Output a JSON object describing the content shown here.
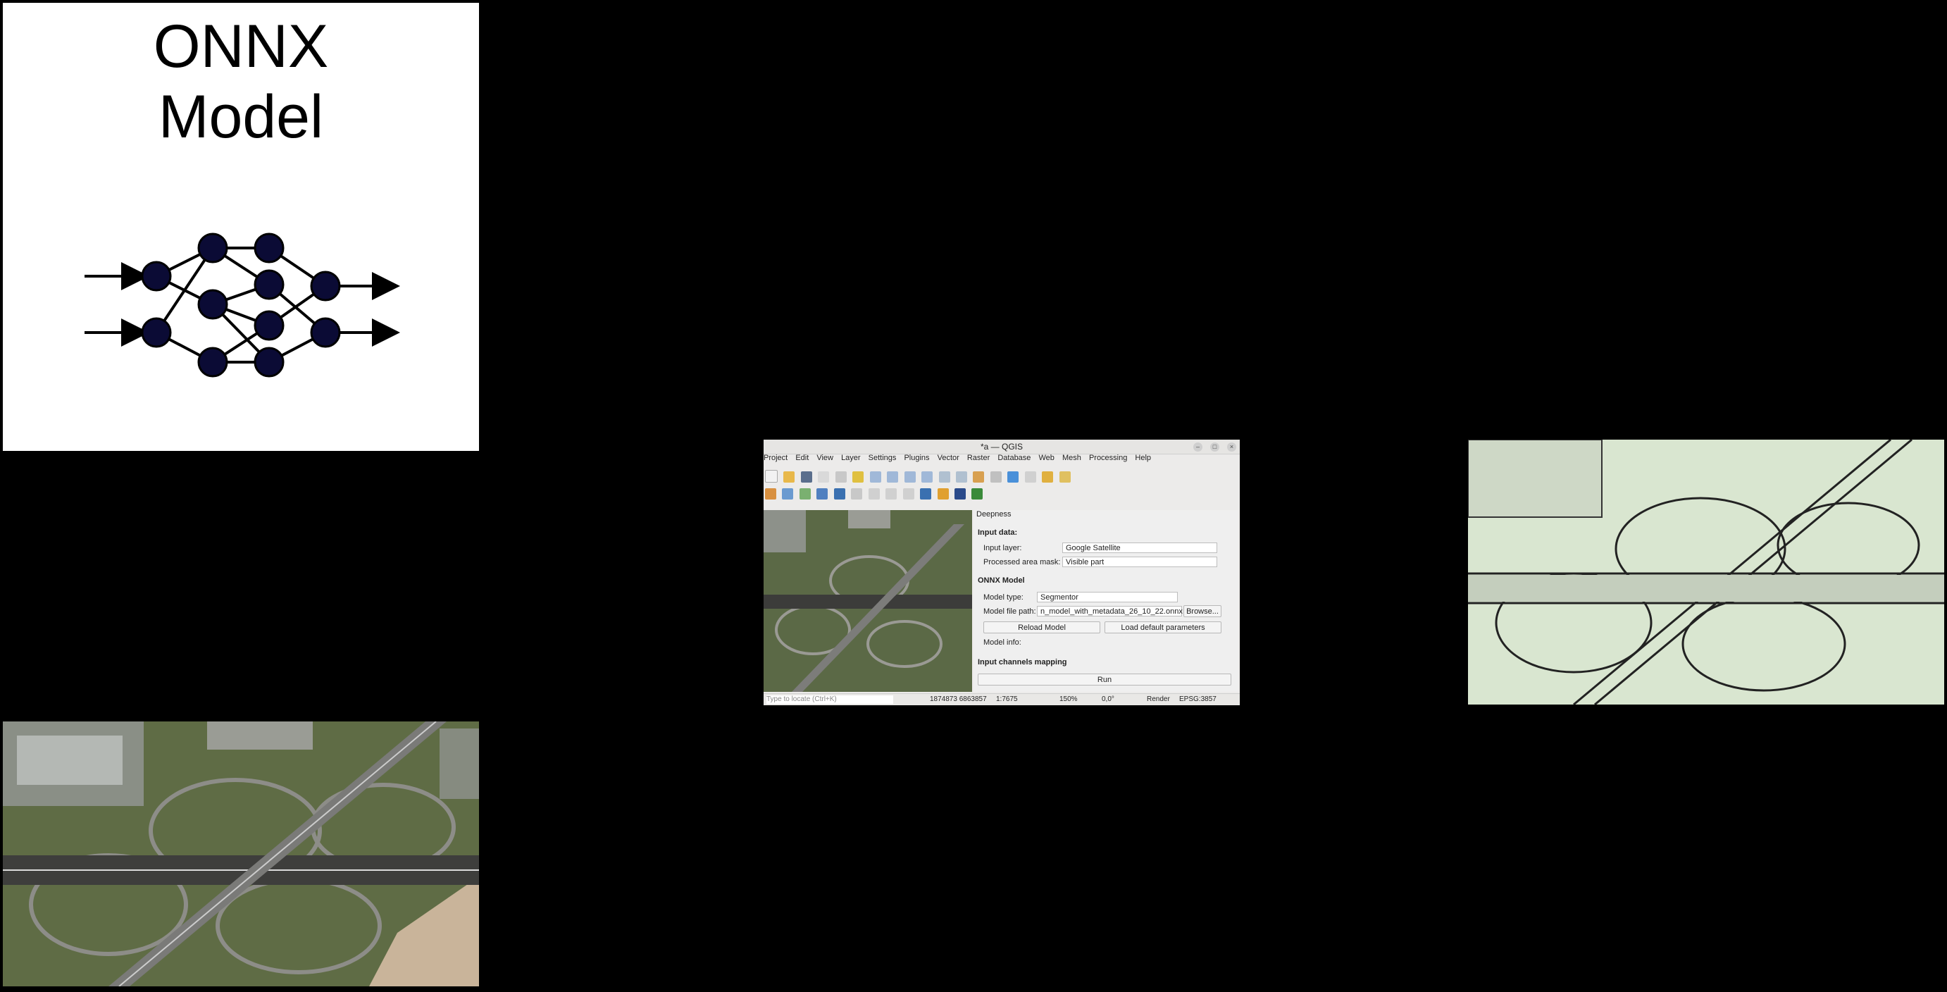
{
  "onnx": {
    "title_line1": "ONNX",
    "title_line2": "Model",
    "node_color": "#0b0b35"
  },
  "qgis": {
    "window_title": "*a — QGIS",
    "menu": [
      "Project",
      "Edit",
      "View",
      "Layer",
      "Settings",
      "Plugins",
      "Vector",
      "Raster",
      "Database",
      "Web",
      "Mesh",
      "Processing",
      "Help"
    ],
    "panel_title": "Deepness",
    "input_data_label": "Input data:",
    "input_layer_label": "Input layer:",
    "input_layer_value": "Google Satellite",
    "mask_label": "Processed area mask:",
    "mask_value": "Visible part",
    "onnx_section": "ONNX Model",
    "model_type_label": "Model type:",
    "model_type_value": "Segmentor",
    "model_path_label": "Model file path:",
    "model_path_value": "n_model_with_metadata_26_10_22.onnx",
    "browse_label": "Browse...",
    "reload_label": "Reload Model",
    "load_defaults_label": "Load default parameters",
    "model_info_label": "Model info:",
    "channels_section": "Input channels mapping",
    "run_label": "Run",
    "locate_placeholder": "Type to locate (Ctrl+K)",
    "coordinate": "1874873 6863857",
    "scale": "1:7675",
    "magnifier": "150%",
    "rotation": "0,0°",
    "render_label": "Render",
    "crs": "EPSG:3857"
  },
  "colors": {
    "background": "#000000",
    "segmentation_bg": "#d9e6d0",
    "road_gray": "#8a8a8a"
  }
}
